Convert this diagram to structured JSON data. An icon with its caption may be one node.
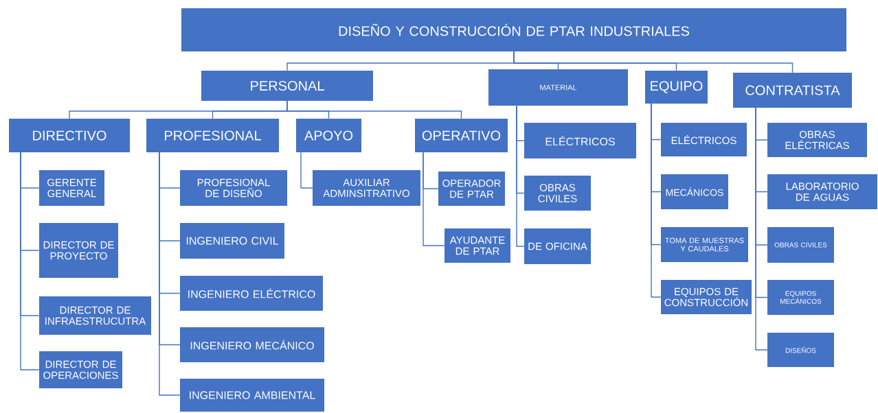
{
  "diagram": {
    "nodes": [
      {
        "text": [
          "DISEÑO Y CONSTRUCCIÓN DE PTAR INDUSTRIALES"
        ]
      },
      {
        "text": [
          "PERSONAL"
        ]
      },
      {
        "text": [
          "MATERIAL"
        ]
      },
      {
        "text": [
          "EQUIPO"
        ]
      },
      {
        "text": [
          "CONTRATISTA"
        ]
      },
      {
        "text": [
          "DIRECTIVO"
        ]
      },
      {
        "text": [
          "PROFESIONAL"
        ]
      },
      {
        "text": [
          "APOYO"
        ]
      },
      {
        "text": [
          "OPERATIVO"
        ]
      },
      {
        "text": [
          "GERENTE GENERAL"
        ]
      },
      {
        "text": [
          "DIRECTOR DE PROYECTO"
        ]
      },
      {
        "text": [
          "DIRECTOR DE INFRAESTRUCUTRA"
        ]
      },
      {
        "text": [
          "DIRECTOR DE OPERACIONES"
        ]
      },
      {
        "text": [
          "PROFESIONAL DE DISEÑO"
        ]
      },
      {
        "text": [
          "INGENIERO CIVIL"
        ]
      },
      {
        "text": [
          "INGENIERO ELÉCTRICO"
        ]
      },
      {
        "text": [
          "INGENIERO MECÁNICO"
        ]
      },
      {
        "text": [
          "INGENIERO AMBIENTAL"
        ]
      },
      {
        "text": [
          "AUXILIAR ADMINSITRATIVO"
        ]
      },
      {
        "text": [
          "OPERADOR DE PTAR"
        ]
      },
      {
        "text": [
          "AYUDANTE DE PTAR"
        ]
      },
      {
        "text": [
          "ELÉCTRICOS"
        ]
      },
      {
        "text": [
          "OBRAS CIVILES"
        ]
      },
      {
        "text": [
          "DE OFICINA"
        ]
      },
      {
        "text": [
          "ELÉCTRICOS"
        ]
      },
      {
        "text": [
          "MECÁNICOS"
        ]
      },
      {
        "text": [
          "TOMA DE MUESTRAS Y CAUDALES"
        ]
      },
      {
        "text": [
          "EQUIPOS DE CONSTRUCCIÓN"
        ]
      },
      {
        "text": [
          "OBRAS ELÉCTRICAS"
        ]
      },
      {
        "text": [
          "LABORATORIO DE AGUAS"
        ]
      },
      {
        "text": [
          "OBRAS CIVILES"
        ]
      },
      {
        "text": [
          "EQUIPOS MECÁNICOS"
        ]
      },
      {
        "text": [
          "DISEÑOS"
        ]
      }
    ],
    "edges": [
      {
        "from": 0,
        "to": 1,
        "arrow": "none"
      },
      {
        "from": 0,
        "to": 2,
        "arrow": "none"
      },
      {
        "from": 0,
        "to": 3,
        "arrow": "none"
      },
      {
        "from": 0,
        "to": 4,
        "arrow": "none"
      },
      {
        "from": 1,
        "to": 5,
        "arrow": "none"
      },
      {
        "from": 1,
        "to": 6,
        "arrow": "none"
      },
      {
        "from": 1,
        "to": 7,
        "arrow": "none"
      },
      {
        "from": 1,
        "to": 8,
        "arrow": "none"
      },
      {
        "from": 5,
        "to": 9,
        "arrow": "none"
      },
      {
        "from": 5,
        "to": 10,
        "arrow": "none"
      },
      {
        "from": 5,
        "to": 11,
        "arrow": "none"
      },
      {
        "from": 5,
        "to": 12,
        "arrow": "none"
      },
      {
        "from": 6,
        "to": 13,
        "arrow": "none"
      },
      {
        "from": 6,
        "to": 14,
        "arrow": "none"
      },
      {
        "from": 6,
        "to": 15,
        "arrow": "none"
      },
      {
        "from": 6,
        "to": 16,
        "arrow": "none"
      },
      {
        "from": 6,
        "to": 17,
        "arrow": "none"
      },
      {
        "from": 7,
        "to": 18,
        "arrow": "none"
      },
      {
        "from": 8,
        "to": 19,
        "arrow": "none"
      },
      {
        "from": 8,
        "to": 20,
        "arrow": "none"
      },
      {
        "from": 2,
        "to": 21,
        "arrow": "none"
      },
      {
        "from": 2,
        "to": 22,
        "arrow": "none"
      },
      {
        "from": 2,
        "to": 23,
        "arrow": "none"
      },
      {
        "from": 3,
        "to": 24,
        "arrow": "none"
      },
      {
        "from": 3,
        "to": 25,
        "arrow": "none"
      },
      {
        "from": 3,
        "to": 26,
        "arrow": "none"
      },
      {
        "from": 3,
        "to": 27,
        "arrow": "none"
      },
      {
        "from": 4,
        "to": 28,
        "arrow": "none"
      },
      {
        "from": 4,
        "to": 29,
        "arrow": "none"
      },
      {
        "from": 4,
        "to": 30,
        "arrow": "none"
      },
      {
        "from": 4,
        "to": 31,
        "arrow": "none"
      },
      {
        "from": 4,
        "to": 32,
        "arrow": "none"
      }
    ]
  }
}
